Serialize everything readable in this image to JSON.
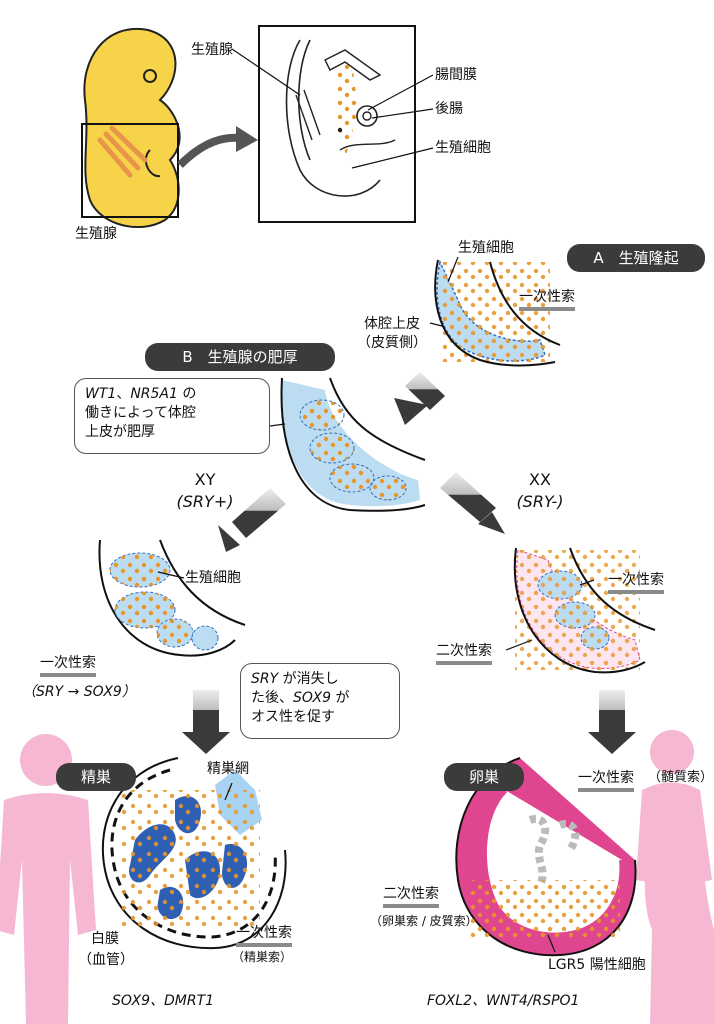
{
  "embryo": {
    "gonad_label": "生殖腺",
    "inset": {
      "gonad": "生殖腺",
      "mesentery": "腸間膜",
      "hindgut": "後腸",
      "germ_cells": "生殖細胞"
    }
  },
  "stageA": {
    "badge": "A　生殖隆起",
    "germ_cells": "生殖細胞",
    "primary_cords": "一次性索",
    "coelomic_line1": "体腔上皮",
    "coelomic_line2": "（皮質側）"
  },
  "stageB": {
    "badge": "B　生殖腺の肥厚",
    "note_line1_a": "WT1",
    "note_line1_b": "、",
    "note_line1_c": "NR5A1",
    "note_line1_d": " の",
    "note_line2": "働きによって体腔",
    "note_line3": "上皮が肥厚"
  },
  "xy": {
    "label": "XY",
    "sry": "(SRY+)",
    "germ_cells": "生殖細胞",
    "primary_cords": "一次性索",
    "sry_to_sox9": "（SRY → SOX9）",
    "note_line1_a": "SRY",
    "note_line1_b": " が消失し",
    "note_line2_a": "た後、",
    "note_line2_b": "SOX9",
    "note_line2_c": " が",
    "note_line3": "オス性を促す"
  },
  "xx": {
    "label": "XX",
    "sry": "(SRY-)",
    "primary_cords": "一次性索",
    "secondary_cords": "二次性索"
  },
  "testis": {
    "badge": "精巣",
    "rete": "精巣網",
    "tunica_line1": "白膜",
    "tunica_line2": "（血管）",
    "primary_cords": "一次性索",
    "seminiferous": "（精巣索）",
    "genes": "SOX9、DMRT1"
  },
  "ovary": {
    "badge": "卵巣",
    "primary_cords": "一次性索",
    "medullary": "（髄質索）",
    "secondary_cords": "二次性索",
    "cortical": "（卵巣索 / 皮質索）",
    "lgr5": "LGR5 陽性細胞",
    "genes": "FOXL2、WNT4/RSPO1"
  },
  "colors": {
    "embryo": "#f7d34a",
    "gonad_stripe": "#e8944a",
    "germ_dot": "#e8952a",
    "epithelium_blue": "#bcdcf2",
    "testis_cord": "#2f5fb3",
    "rete": "#a9d3f2",
    "ovary_pink": "#e0468f",
    "silhouette": "#f6b7d2",
    "arrow_dark": "#3a3a3a",
    "badge": "#3b3b3b"
  }
}
